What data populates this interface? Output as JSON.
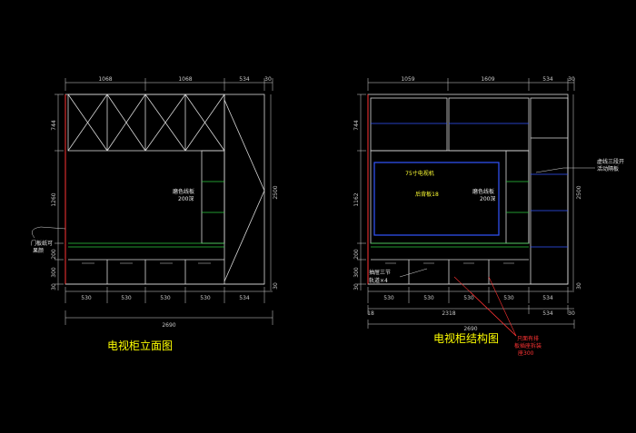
{
  "left_view": {
    "title": "电视柜立面图",
    "dims_top": [
      "1068",
      "1068",
      "534"
    ],
    "dim_top_right": "30",
    "dims_left": [
      "744",
      "1260",
      "200",
      "300",
      "30"
    ],
    "dim_right_total": "2500",
    "dim_right_bottom": "30",
    "dims_bottom": [
      "530",
      "530",
      "530",
      "530",
      "534"
    ],
    "dim_overall": "2690",
    "label_glass_1": "磨色线板",
    "label_glass_2": "200深",
    "label_door_1": "门板纸可",
    "label_door_2": "果颜"
  },
  "right_view": {
    "title": "电视柜结构图",
    "dims_top": [
      "1059",
      "1609",
      "534"
    ],
    "dim_top_right": "30",
    "dims_left": [
      "744",
      "1162",
      "200",
      "300",
      "30"
    ],
    "dim_right_total": "2500",
    "dim_right_bottom": "30",
    "dims_bottom": [
      "530",
      "530",
      "530",
      "530",
      "534"
    ],
    "dims_bottom2": [
      "18",
      "2318",
      "534",
      "30"
    ],
    "dim_overall": "2690",
    "tv_label": "75寸电视机",
    "back_label": "后背板18",
    "label_glass_1": "磨色线板",
    "label_glass_2": "200深",
    "label_side_1": "虚线三段开",
    "label_side_2": "活动隔板",
    "label_drawer_1": "抽屉三节",
    "label_drawer_2": "轨道×4",
    "red_note_1": "只面有排",
    "red_note_2": "板插座拆装",
    "red_note_3": "座300"
  },
  "colors": {
    "line": "#d8d8d8",
    "green": "#2ecc40",
    "blue": "#3355ff",
    "yellow": "#ffff33",
    "red": "#ff3333",
    "title": "#ffff00"
  }
}
